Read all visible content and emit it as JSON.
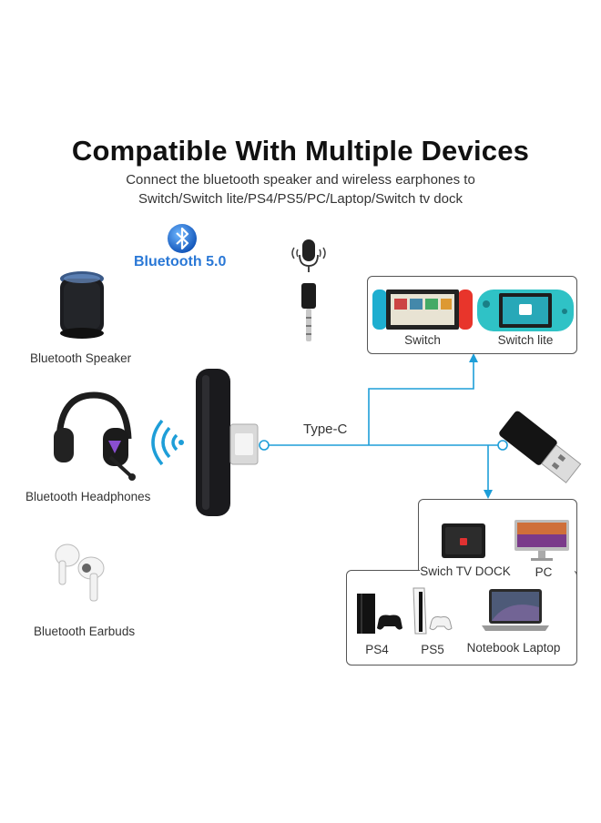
{
  "title": "Compatible With Multiple Devices",
  "subtitle_line1": "Connect the bluetooth speaker and wireless earphones to",
  "subtitle_line2": "Switch/Switch lite/PS4/PS5/PC/Laptop/Switch tv dock",
  "bluetooth_version": "Bluetooth 5.0",
  "connector_label": "Type-C",
  "audio_devices": {
    "speaker": "Bluetooth Speaker",
    "headphones": "Bluetooth Headphones",
    "earbuds": "Bluetooth Earbuds"
  },
  "top_box": {
    "switch": "Switch",
    "switch_lite": "Switch lite"
  },
  "bottom_box": {
    "tv_dock": "Swich TV DOCK",
    "pc": "PC",
    "ps4": "PS4",
    "ps5": "PS5",
    "laptop": "Notebook Laptop"
  },
  "colors": {
    "line": "#1e9ed8",
    "bluetooth": "#2a78d6",
    "panel_border": "#555555"
  }
}
